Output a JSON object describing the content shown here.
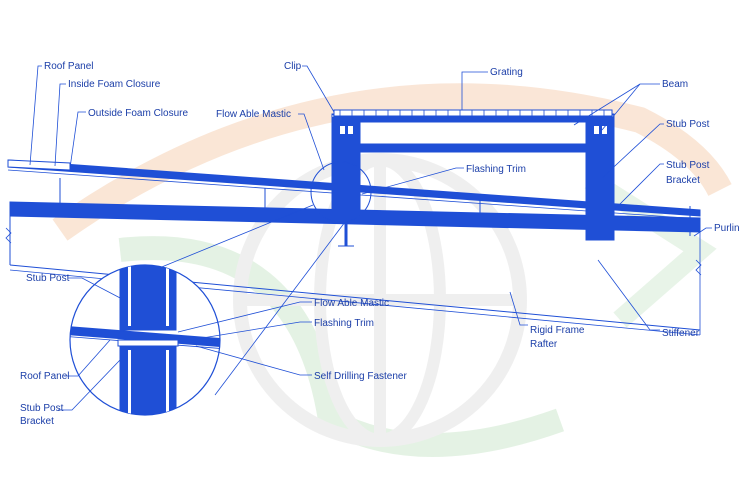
{
  "labels": {
    "roof_panel": "Roof Panel",
    "inside_foam_closure": "Inside Foam Closure",
    "outside_foam_closure": "Outside Foam Closure",
    "clip": "Clip",
    "grating": "Grating",
    "beam": "Beam",
    "flow_able_mastic": "Flow Able Mastic",
    "stub_post": "Stub Post",
    "flashing_trim": "Flashing Trim",
    "stub_post_bracket_1": "Stub Post",
    "stub_post_bracket_2": "Bracket",
    "purlin": "Purlin",
    "stiffener": "Stiffener",
    "rigid_frame_1": "Rigid Frame",
    "rigid_frame_2": "Rafter",
    "detail_stub_post": "Stub Post",
    "detail_flow_able_mastic": "Flow Able Mastic",
    "detail_flashing_trim": "Flashing Trim",
    "detail_roof_panel": "Roof Panel",
    "detail_self_drilling": "Self Drilling Fastener",
    "detail_bracket_1": "Stub Post",
    "detail_bracket_2": "Bracket"
  },
  "colors": {
    "line": "#1f4fd6",
    "text": "#1b3ea8",
    "watermark_orange": "#f6d2b6",
    "watermark_green": "#cfe9cf",
    "watermark_grey": "#d9d9d9"
  }
}
